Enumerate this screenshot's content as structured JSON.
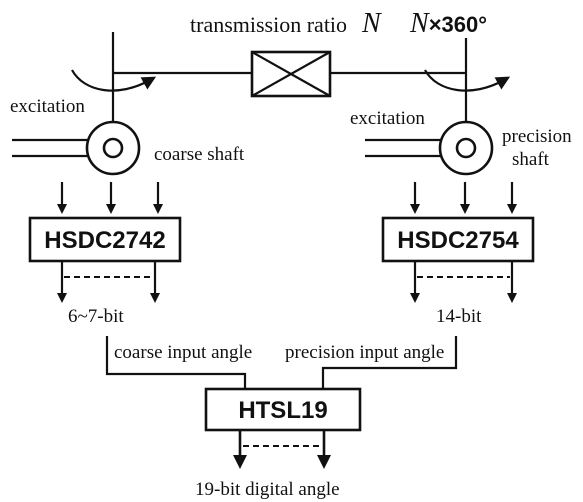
{
  "top": {
    "ratio_label": "transmission ratio",
    "ratio_symbol": "N",
    "fine_label_n": "N",
    "fine_label_rest": "×360°"
  },
  "left": {
    "excitation": "excitation",
    "shaft": "coarse shaft",
    "converter": "HSDC2742",
    "bits": "6~7-bit",
    "angle": "coarse input angle"
  },
  "right": {
    "excitation": "excitation",
    "shaft_line1": "precision",
    "shaft_line2": "shaft",
    "converter": "HSDC2754",
    "bits": "14-bit",
    "angle": "precision input angle"
  },
  "bottom": {
    "converter": "HTSL19",
    "output": "19-bit digital angle"
  }
}
